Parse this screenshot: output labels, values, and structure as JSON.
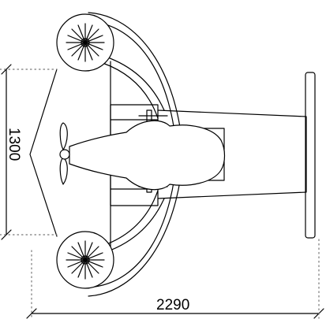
{
  "dimensions": {
    "width_label": "2290",
    "depth_label": "1300"
  },
  "colors": {
    "line": "#000000",
    "dotted": "#777777",
    "background": "#ffffff"
  },
  "icons": {
    "wheels": "spoked-wheel",
    "propeller": "two-blade-propeller"
  }
}
